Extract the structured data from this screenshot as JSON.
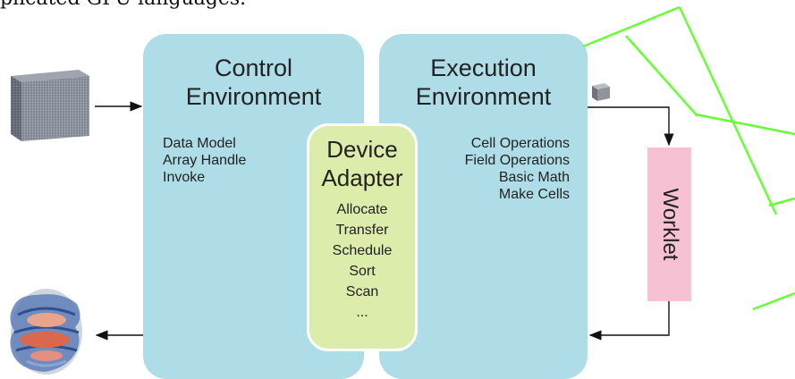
{
  "header_text": "plicated GPU languages.",
  "control": {
    "title_line1": "Control",
    "title_line2": "Environment",
    "items": [
      "Data Model",
      "Array Handle",
      "Invoke"
    ]
  },
  "execution": {
    "title_line1": "Execution",
    "title_line2": "Environment",
    "items": [
      "Cell Operations",
      "Field Operations",
      "Basic Math",
      "Make Cells"
    ]
  },
  "device": {
    "title_line1": "Device",
    "title_line2": "Adapter",
    "items": [
      "Allocate",
      "Transfer",
      "Schedule",
      "Sort",
      "Scan",
      "..."
    ]
  },
  "worklet": {
    "label": "Worklet"
  },
  "colors": {
    "environment_fill": "#aedde7",
    "device_fill": "#dcecaa",
    "worklet_fill": "#f7c1d4",
    "watermark": "#66ff33"
  },
  "icons": [
    "grid-cube-icon",
    "small-cube-icon",
    "isosurface-render-icon"
  ]
}
